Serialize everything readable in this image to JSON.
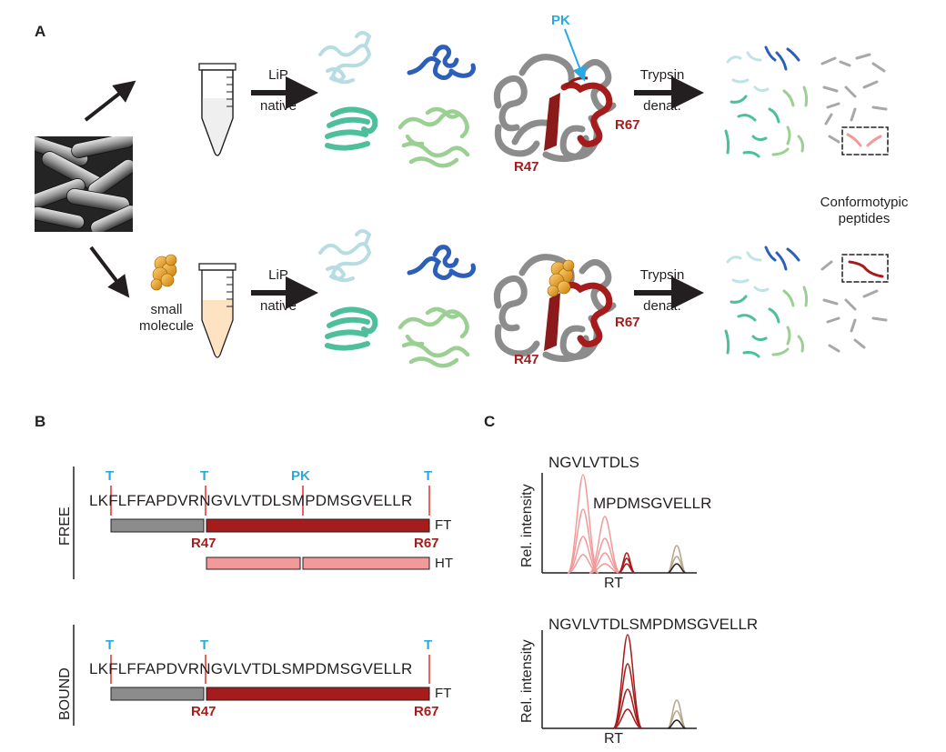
{
  "panelA": {
    "letter": "A",
    "step1_top": "LiP",
    "step1_bottom": "native",
    "step2_top": "Trypsin",
    "step2_bottom": "denat.",
    "pk_label": "PK",
    "site_r47": "R47",
    "site_r67": "R67",
    "small_molecule": "small\nmolecule",
    "conformotypic": "Conformotypic\npeptides"
  },
  "panelB": {
    "letter": "B",
    "free": {
      "state_label": "FREE",
      "cut_labels": [
        "T",
        "T",
        "PK",
        "T"
      ],
      "sequence": "LKFLFFAPDVRNGVLVTDLSMPDMSGVELLR",
      "ft_label": "FT",
      "ht_label": "HT",
      "r47": "R47",
      "r67": "R67"
    },
    "bound": {
      "state_label": "BOUND",
      "cut_labels": [
        "T",
        "T",
        "T"
      ],
      "sequence": "LKFLFFAPDVRNGVLVTDLSMPDMSGVELLR",
      "ft_label": "FT",
      "r47": "R47",
      "r67": "R67"
    }
  },
  "panelC": {
    "letter": "C",
    "top": {
      "peptide1": "NGVLVTDLS",
      "peptide2": "MPDMSGVELLR",
      "ylabel": "Rel. intensity",
      "xlabel": "RT"
    },
    "bottom": {
      "peptide": "NGVLVTDLSMPDMSGVELLR",
      "ylabel": "Rel. intensity",
      "xlabel": "RT"
    }
  },
  "colors": {
    "dark_red": "#a61c1c",
    "pink": "#f29a9a",
    "grey_bar": "#8c8c8c",
    "cleavage_blue": "#29a9e0",
    "teal": "#4dbf9a",
    "pale_teal": "#bfe3e6",
    "royal_blue": "#2d5fb8",
    "light_green": "#9ccf93",
    "tan": "#b8a58c",
    "orange": "#e59a1c"
  }
}
